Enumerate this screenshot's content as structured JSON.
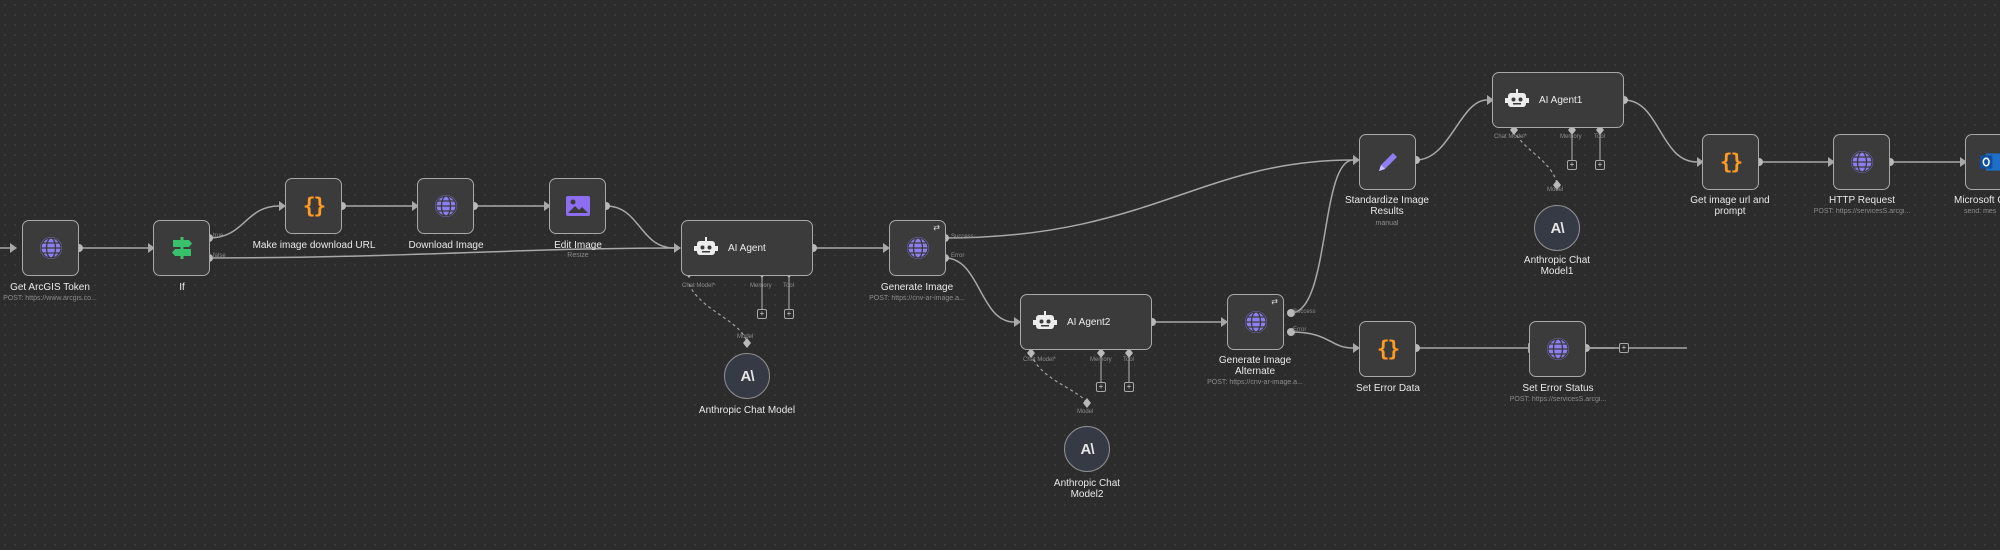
{
  "nodes": {
    "get_arcgis_token": {
      "label": "Get ArcGIS Token",
      "subtitle": "POST: https://www.arcgis.co...",
      "icon": "globe-icon"
    },
    "if": {
      "label": "If",
      "icon": "signpost-icon",
      "ports": {
        "true": "true",
        "false": "false"
      }
    },
    "make_image_download_url": {
      "label": "Make image download URL",
      "icon": "curly-braces-icon"
    },
    "download_image": {
      "label": "Download Image",
      "icon": "globe-icon"
    },
    "edit_image": {
      "label": "Edit Image",
      "subtitle": "Resize",
      "icon": "image-icon"
    },
    "ai_agent": {
      "label": "AI Agent",
      "icon": "robot-icon",
      "ports": {
        "chat_model": "Chat Model*",
        "memory": "Memory",
        "tool": "Tool"
      }
    },
    "anthropic_chat_model": {
      "label": "Anthropic Chat Model",
      "port": "Model",
      "glyph": "A\\"
    },
    "generate_image": {
      "label": "Generate Image",
      "subtitle": "POST: https://cnv-ar-image.a...",
      "icon": "globe-icon",
      "ports": {
        "success": "Success",
        "error": "Error"
      }
    },
    "ai_agent2": {
      "label": "AI Agent2",
      "icon": "robot-icon",
      "ports": {
        "chat_model": "Chat Model*",
        "memory": "Memory",
        "tool": "Tool"
      }
    },
    "anthropic_chat_model2": {
      "label": "Anthropic Chat Model2",
      "port": "Model",
      "glyph": "A\\"
    },
    "generate_image_alternate": {
      "label": "Generate Image Alternate",
      "subtitle": "POST: https://cnv-ar-image.a...",
      "icon": "globe-icon",
      "ports": {
        "success": "Success",
        "error": "Error"
      }
    },
    "standardize_image_results": {
      "label": "Standardize Image Results",
      "subtitle": "manual",
      "icon": "pencil-icon"
    },
    "ai_agent1": {
      "label": "AI Agent1",
      "icon": "robot-icon",
      "ports": {
        "chat_model": "Chat Model*",
        "memory": "Memory",
        "tool": "Tool"
      }
    },
    "anthropic_chat_model1": {
      "label": "Anthropic Chat Model1",
      "port": "Model",
      "glyph": "A\\"
    },
    "set_error_data": {
      "label": "Set Error Data",
      "icon": "curly-braces-icon"
    },
    "set_error_status": {
      "label": "Set Error Status",
      "subtitle": "POST: https://servicesS.arcgi...",
      "icon": "globe-icon"
    },
    "get_image_url_and_prompt": {
      "label": "Get image url and prompt",
      "icon": "curly-braces-icon"
    },
    "http_request": {
      "label": "HTTP Request",
      "subtitle": "POST: https://servicesS.arcgi...",
      "icon": "globe-icon"
    },
    "microsoft_outlook": {
      "label": "Microsoft O",
      "subtitle": "send: mes",
      "icon": "outlook-icon"
    }
  },
  "colors": {
    "canvas": "#2c2c2c",
    "node_fill": "#3b3b3b",
    "node_border": "#a9a9a9",
    "wire": "#a8a8a8",
    "globe": "#8c7ff0",
    "curly": "#ff9b22",
    "if_green": "#39c06b",
    "image_purple": "#8e6ef0",
    "outlook_blue": "#1e6fc8"
  }
}
